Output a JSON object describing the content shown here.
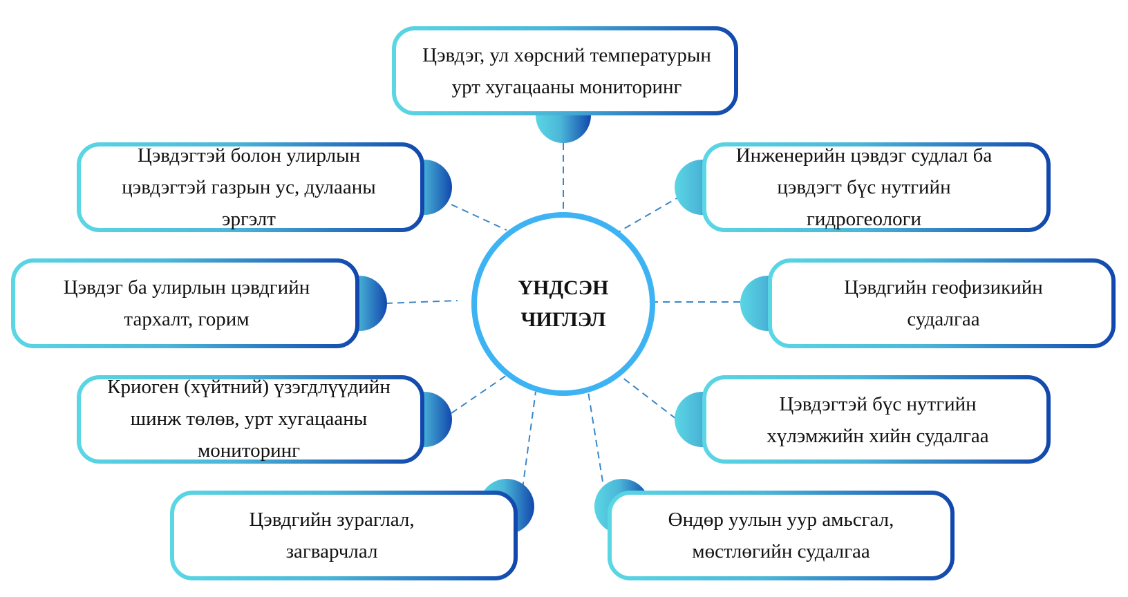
{
  "center": {
    "title": "ҮНДСЭН ЧИГЛЭЛ"
  },
  "topics": [
    {
      "id": "top",
      "label": "Цэвдэг, ул хөрсний температурын урт хугацааны мониторинг"
    },
    {
      "id": "left-1",
      "label": "Цэвдэгтэй болон улирлын цэвдэгтэй газрын ус, дулааны эргэлт"
    },
    {
      "id": "left-2",
      "label": "Цэвдэг ба улирлын цэвдгийн тархалт, горим"
    },
    {
      "id": "left-3",
      "label": "Криоген (хүйтний) үзэгдлүүдийн шинж төлөв, урт хугацааны мониторинг"
    },
    {
      "id": "left-4",
      "label": "Цэвдгийн зураглал, загварчлал"
    },
    {
      "id": "right-1",
      "label": "Инженерийн цэвдэг судлал ба цэвдэгт бүс нутгийн гидрогеологи"
    },
    {
      "id": "right-2",
      "label": "Цэвдгийн геофизикийн судалгаа"
    },
    {
      "id": "right-3",
      "label": "Цэвдэгтэй бүс нутгийн хүлэмжийн хийн судалгаа"
    },
    {
      "id": "right-4",
      "label": "Өндөр уулын уур амьсгал, мөстлөгийн судалгаа"
    }
  ],
  "colors": {
    "cyan": "#5ad6e4",
    "blue": "#1248ad",
    "ring": "#3db3f4",
    "dash": "#3a86c8"
  }
}
